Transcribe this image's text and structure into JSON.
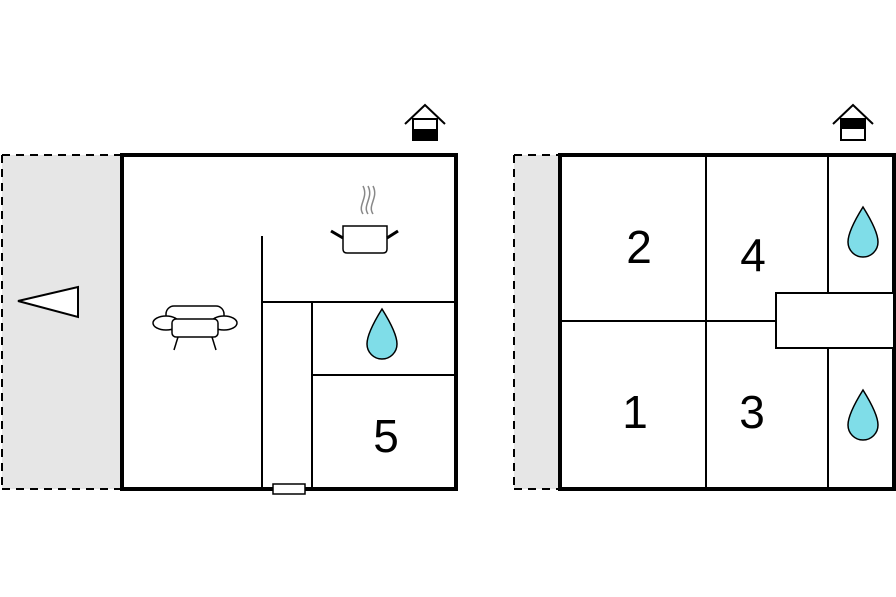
{
  "floors": [
    {
      "name": "ground-floor",
      "floor_indicator": "house-ground-floor-icon",
      "rooms": [
        {
          "label": "5",
          "type": "bedroom"
        }
      ],
      "icons": [
        "terrace-arrow-icon",
        "sofa-icon",
        "kitchen-pot-icon",
        "water-drop-icon"
      ]
    },
    {
      "name": "upper-floor",
      "floor_indicator": "house-upper-floor-icon",
      "rooms": [
        {
          "label": "2",
          "type": "bedroom"
        },
        {
          "label": "4",
          "type": "bedroom"
        },
        {
          "label": "1",
          "type": "bedroom"
        },
        {
          "label": "3",
          "type": "bedroom"
        }
      ],
      "icons": [
        "water-drop-icon",
        "water-drop-icon"
      ]
    }
  ],
  "colors": {
    "water": "#7fdde8",
    "outdoor": "#e6e6e6",
    "pot_steam": "#888888"
  }
}
